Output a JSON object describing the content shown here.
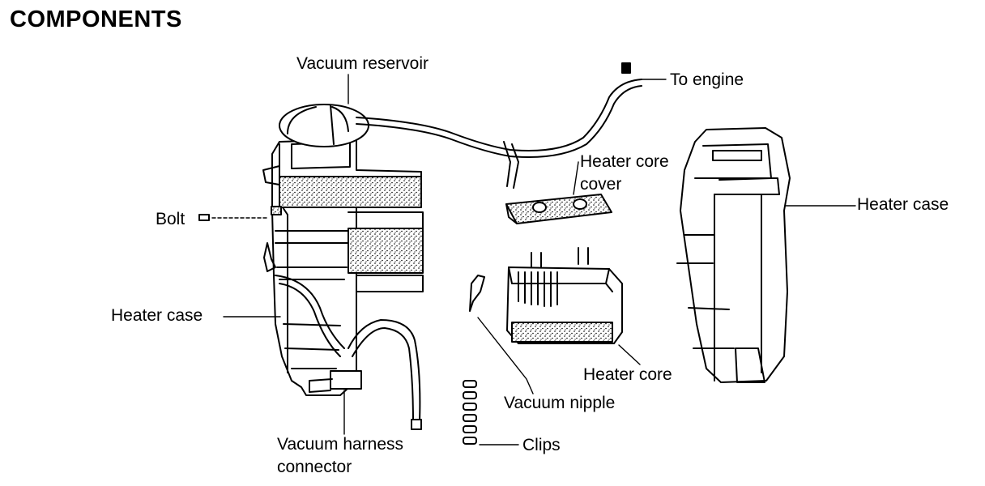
{
  "title": "COMPONENTS",
  "labels": {
    "vacuum_reservoir": "Vacuum reservoir",
    "to_engine": "To engine",
    "heater_core_cover": [
      "Heater core",
      "cover"
    ],
    "heater_case_right": "Heater case",
    "bolt": "Bolt",
    "heater_case_left": "Heater case",
    "heater_core": "Heater core",
    "vacuum_nipple": "Vacuum nipple",
    "vacuum_harness_connector": [
      "Vacuum harness",
      "connector"
    ],
    "clips": "Clips"
  }
}
